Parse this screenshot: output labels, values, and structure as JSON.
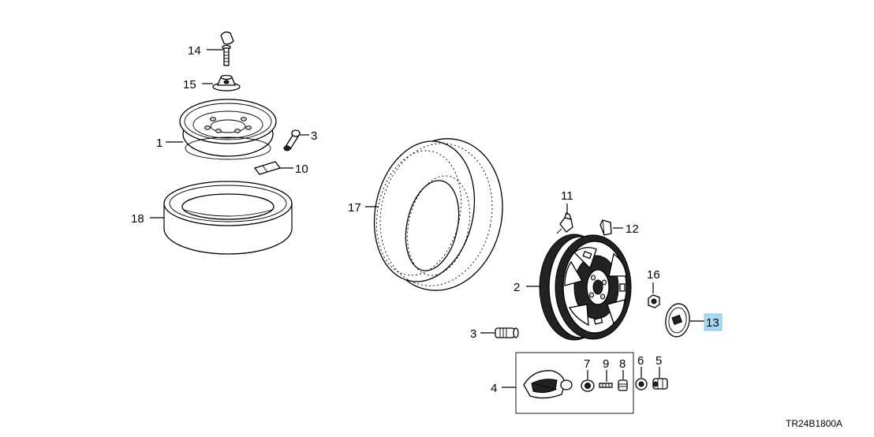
{
  "diagram_code": "TR24B1800A",
  "colors": {
    "highlight": "#a9d8f5",
    "line": "#000000",
    "background": "#ffffff"
  },
  "callouts": {
    "c14": "14",
    "c15": "15",
    "c1": "1",
    "c3a": "3",
    "c10": "10",
    "c18": "18",
    "c17": "17",
    "c11": "11",
    "c12": "12",
    "c2": "2",
    "c16": "16",
    "c13": "13",
    "c3b": "3",
    "c4": "4",
    "c7": "7",
    "c9": "9",
    "c8": "8",
    "c6": "6",
    "c5": "5"
  },
  "highlighted_callout": "13"
}
